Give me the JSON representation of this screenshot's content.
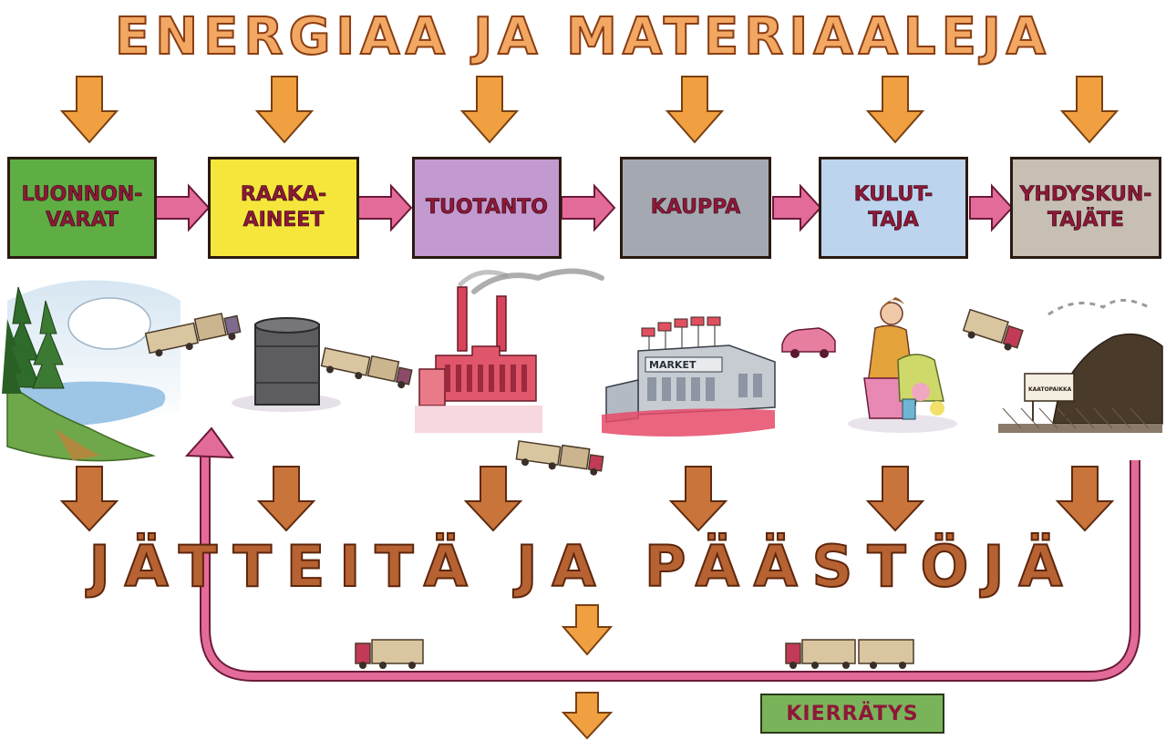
{
  "top_title": "ENERGIAA JA MATERIAALEJA",
  "bottom_title": "JÄTTEITÄ JA PÄÄSTÖJÄ",
  "stages": [
    {
      "label": "LUONNON-\nVARAT",
      "color": "#5fae44"
    },
    {
      "label": "RAAKA-\nAINEET",
      "color": "#f6e63c"
    },
    {
      "label": "TUOTANTO",
      "color": "#c39ad0"
    },
    {
      "label": "KAUPPA",
      "color": "#a4a9b1"
    },
    {
      "label": "KULUT-\nTAJA",
      "color": "#bcd4ee"
    },
    {
      "label": "YHDYSKUN-\nTAJÄTE",
      "color": "#c7bfb4"
    }
  ],
  "store_sign": "MARKET",
  "dump_sign": "KAATOPAIKKA",
  "recycling_label": "KIERRÄTYS",
  "colors": {
    "input_arrow": "#f0a040",
    "output_arrow": "#c9743a",
    "flow_arrow": "#e36b9a",
    "recycling_loop": "#e36b9a"
  }
}
